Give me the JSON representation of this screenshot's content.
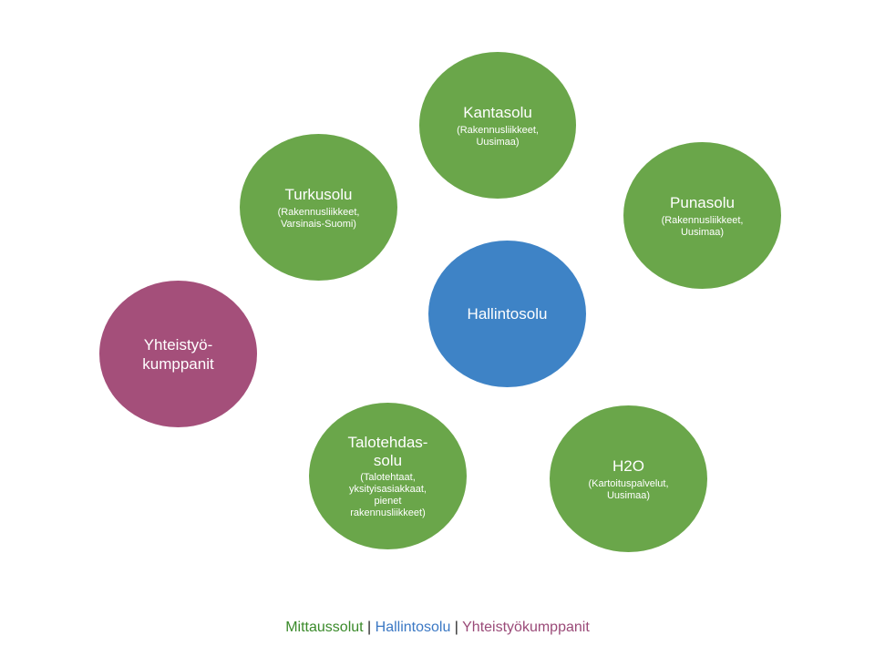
{
  "colors": {
    "green": "#6aa64a",
    "blue": "#3e83c6",
    "purple": "#a44f7a",
    "legend_green": "#3a8a2a",
    "legend_blue": "#3b78c4",
    "legend_purple": "#9a4a78"
  },
  "cells": {
    "kantasolu": {
      "title": "Kantasolu",
      "subtitle": "(Rakennusliikkeet,\nUusimaa)"
    },
    "turkusolu": {
      "title": "Turkusolu",
      "subtitle": "(Rakennusliikkeet,\nVarsinais-Suomi)"
    },
    "punasolu": {
      "title": "Punasolu",
      "subtitle": "(Rakennusliikkeet,\nUusimaa)"
    },
    "hallintosolu": {
      "title": "Hallintosolu"
    },
    "yhteistyo": {
      "title": "Yhteistyö-\nkumppanit"
    },
    "talotehdas": {
      "title": "Talotehdas-\nsolu",
      "subtitle": "(Talotehtaat,\nyksityisasiakkaat,\npienet\nrakennusliikkeet)"
    },
    "h2o": {
      "title": "H2O",
      "subtitle": "(Kartoituspalvelut,\nUusimaa)"
    }
  },
  "legend": {
    "mittaus": "Mittaussolut",
    "sep1": " | ",
    "hallinto": "Hallintosolu",
    "sep2": " | ",
    "yhteistyo": "Yhteistyökumppanit"
  }
}
